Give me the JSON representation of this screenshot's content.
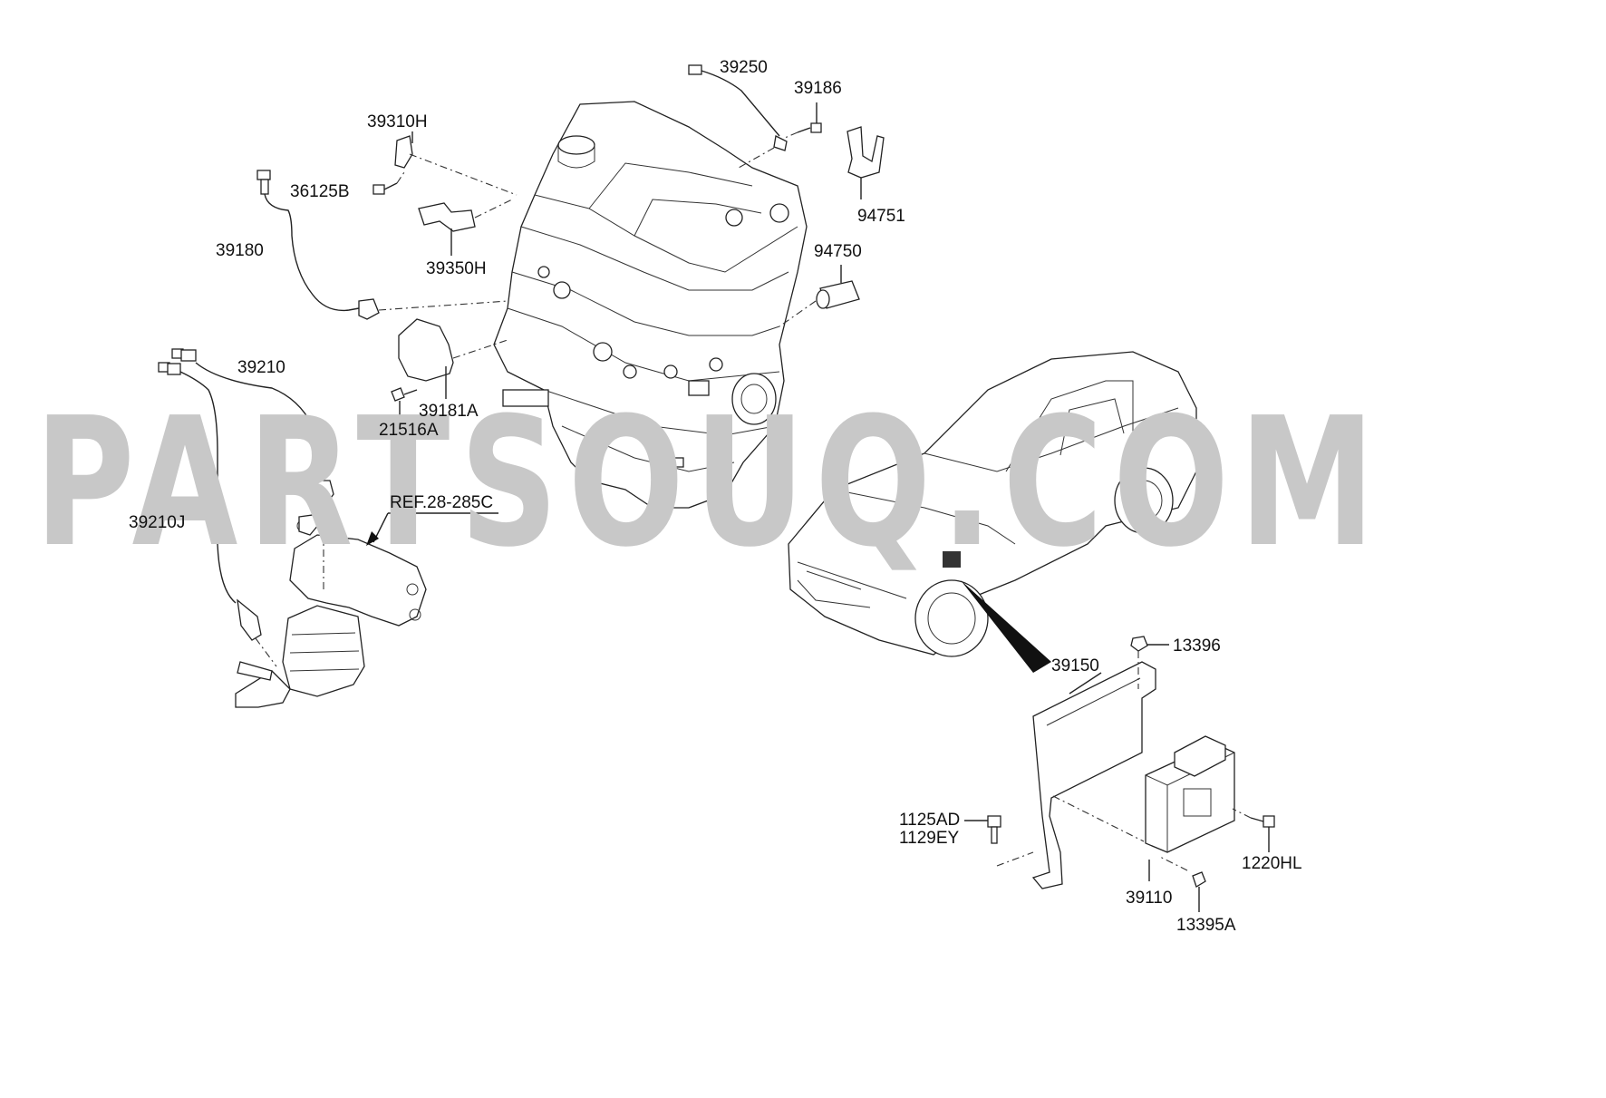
{
  "watermark": "PARTSOUQ.COM",
  "labels": {
    "p39250": "39250",
    "p39186": "39186",
    "p39310H": "39310H",
    "p36125B": "36125B",
    "p94751": "94751",
    "p39180": "39180",
    "p39350H": "39350H",
    "p94750": "94750",
    "p39210": "39210",
    "p39181A": "39181A",
    "p21516A": "21516A",
    "pRef": "REF.28-285C",
    "p39210J": "39210J",
    "p13396": "13396",
    "p39150": "39150",
    "p1125AD": "1125AD",
    "p1129EY": "1129EY",
    "p1220HL": "1220HL",
    "p39110": "39110",
    "p13395A": "13395A"
  }
}
